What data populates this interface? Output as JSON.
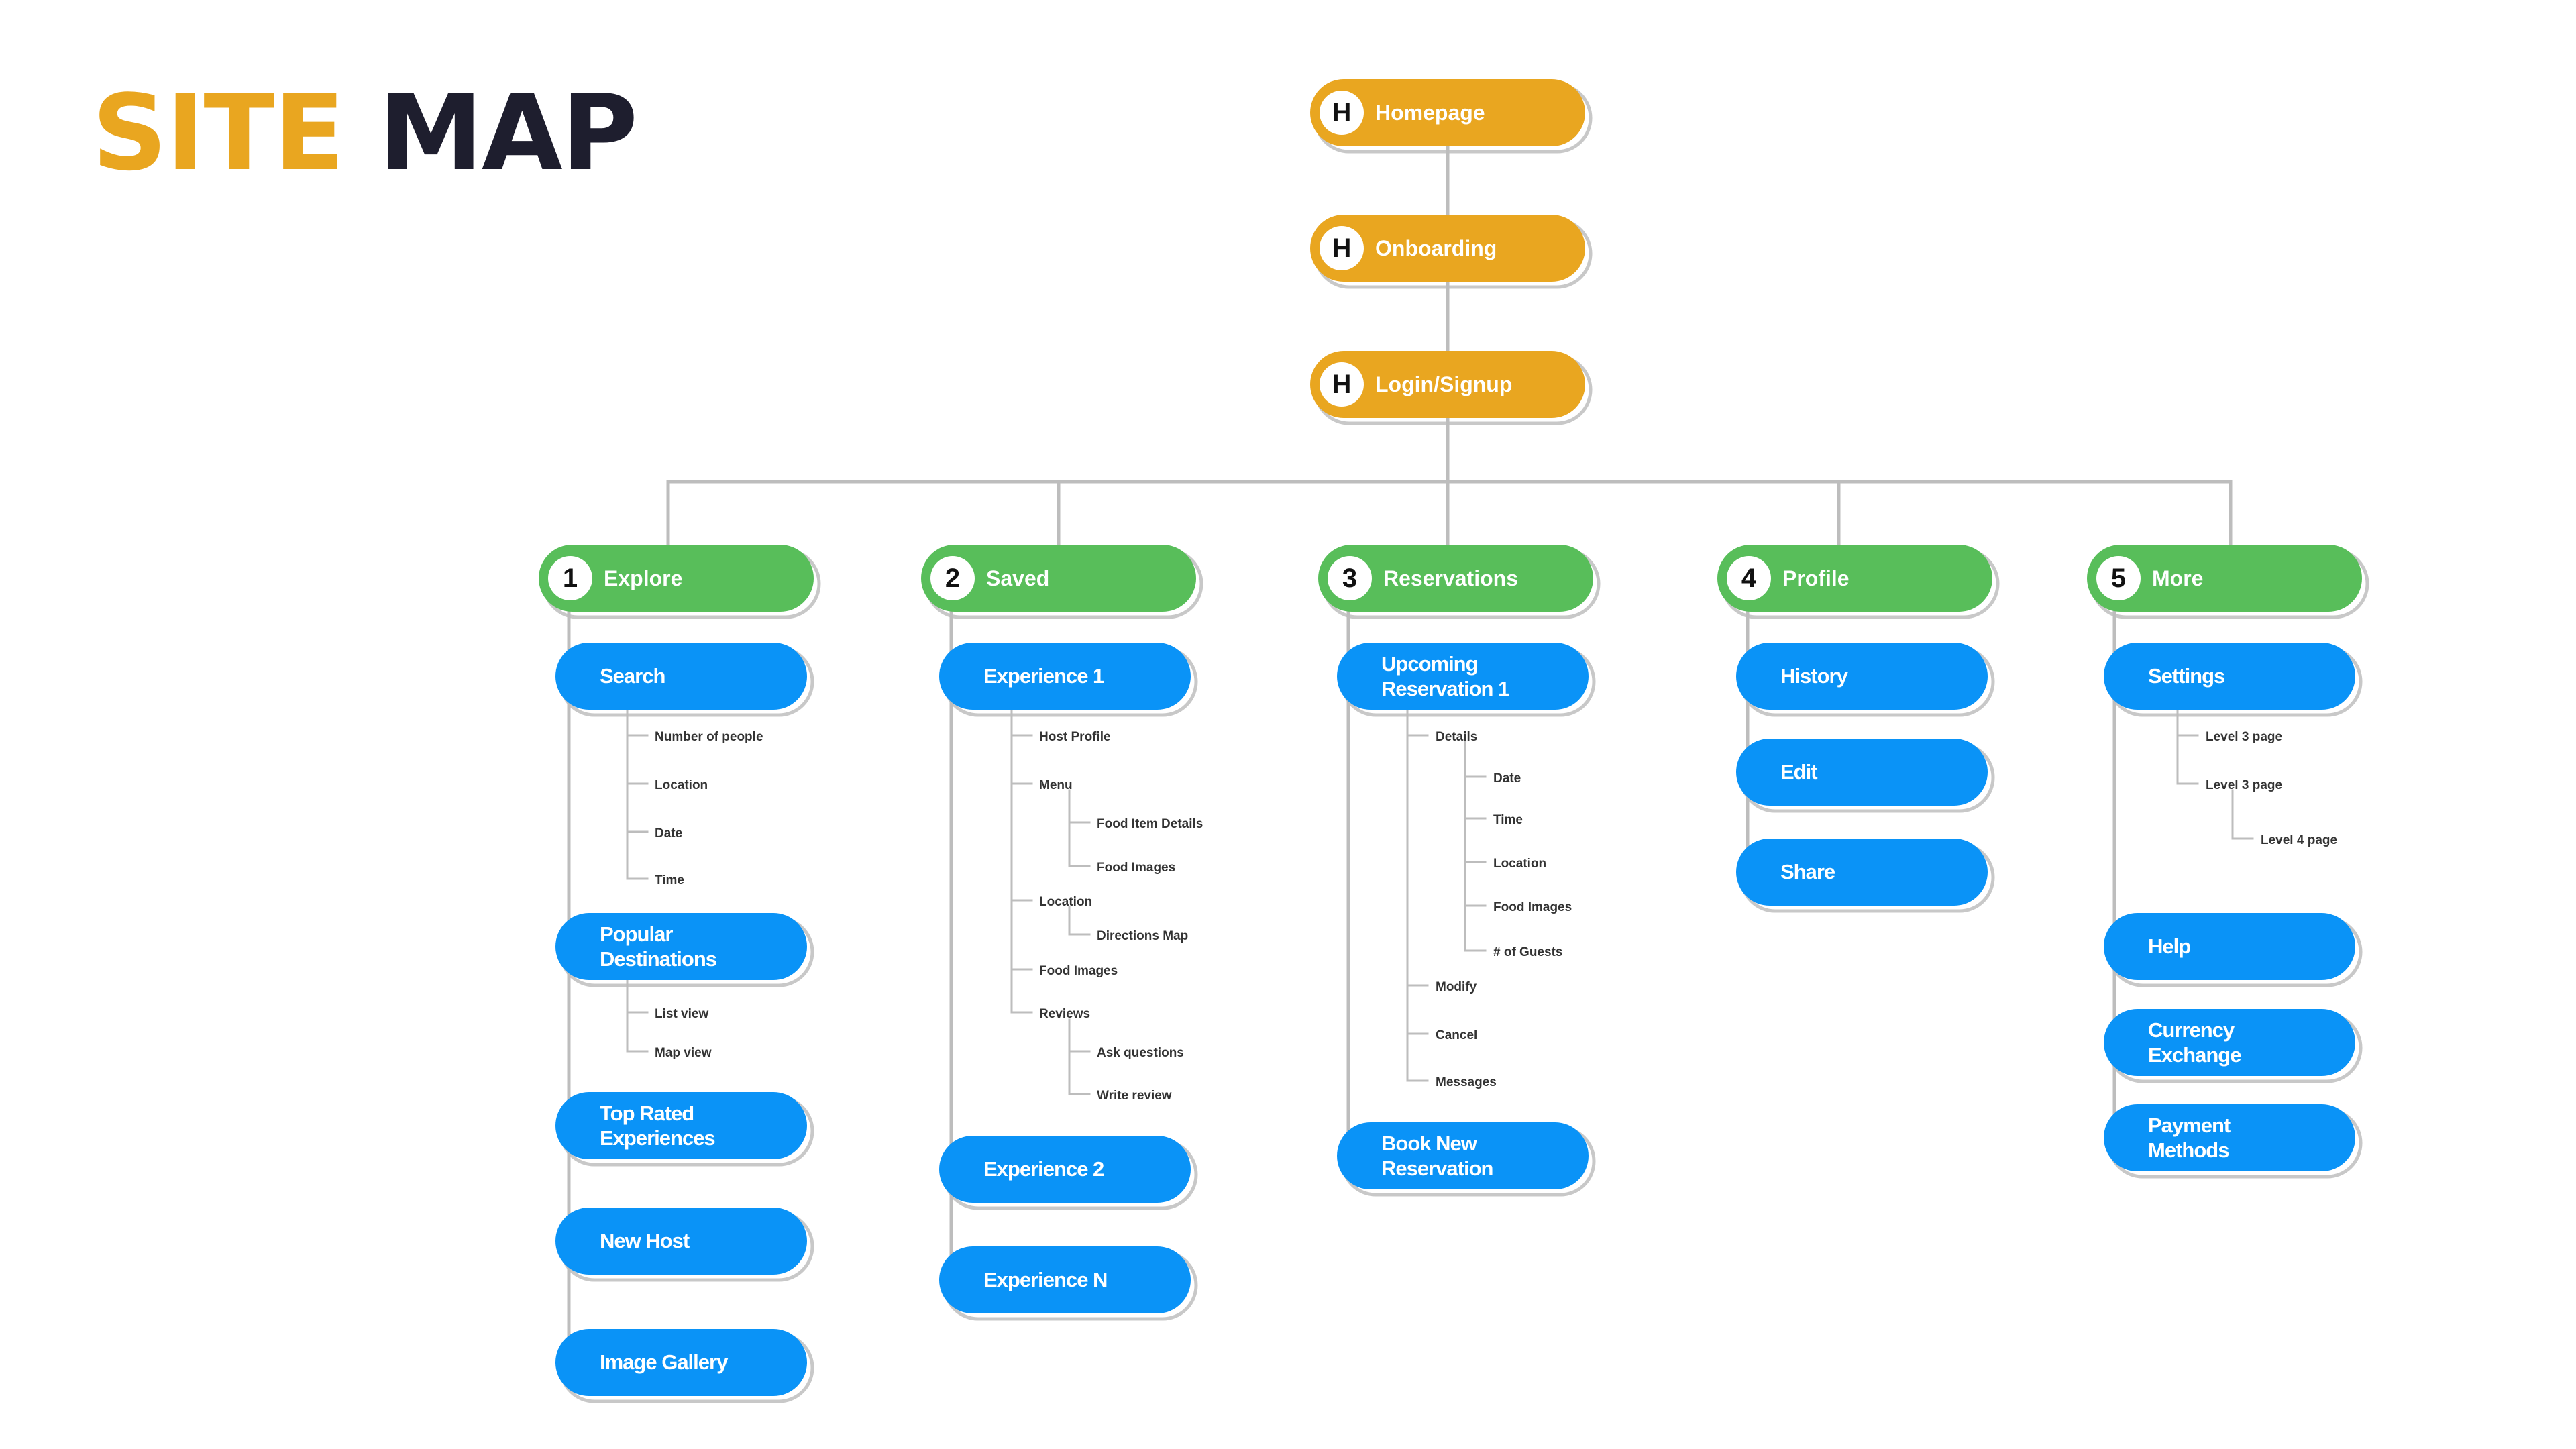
{
  "title": {
    "word1": "SITE",
    "word2": "MAP"
  },
  "colors": {
    "header": "#E9A620",
    "section": "#58BE5A",
    "page": "#0A93F7",
    "connector": "#BDBDBD",
    "title_dark": "#1E1E2E"
  },
  "header": [
    {
      "badge": "H",
      "label": "Homepage"
    },
    {
      "badge": "H",
      "label": "Onboarding"
    },
    {
      "badge": "H",
      "label": "Login/Signup"
    }
  ],
  "sections": [
    {
      "badge": "1",
      "label": "Explore",
      "pages": [
        {
          "label": "Search",
          "subpages": [
            {
              "label": "Number of people"
            },
            {
              "label": "Location"
            },
            {
              "label": "Date"
            },
            {
              "label": "Time"
            }
          ]
        },
        {
          "label": "Popular Destinations",
          "subpages": [
            {
              "label": "List view"
            },
            {
              "label": "Map view"
            }
          ]
        },
        {
          "label": "Top Rated Experiences"
        },
        {
          "label": "New Host"
        },
        {
          "label": "Image Gallery"
        }
      ]
    },
    {
      "badge": "2",
      "label": "Saved",
      "pages": [
        {
          "label": "Experience 1",
          "subpages": [
            {
              "label": "Host Profile"
            },
            {
              "label": "Menu",
              "subpages": [
                {
                  "label": "Food Item Details"
                },
                {
                  "label": "Food Images"
                }
              ]
            },
            {
              "label": "Location",
              "subpages": [
                {
                  "label": "Directions Map"
                }
              ]
            },
            {
              "label": "Food Images"
            },
            {
              "label": "Reviews",
              "subpages": [
                {
                  "label": "Ask questions"
                },
                {
                  "label": "Write review"
                }
              ]
            }
          ]
        },
        {
          "label": "Experience 2"
        },
        {
          "label": "Experience N"
        }
      ]
    },
    {
      "badge": "3",
      "label": "Reservations",
      "pages": [
        {
          "label": "Upcoming Reservation 1",
          "subpages": [
            {
              "label": "Details",
              "subpages": [
                {
                  "label": "Date"
                },
                {
                  "label": "Time"
                },
                {
                  "label": "Location"
                },
                {
                  "label": "Food Images"
                },
                {
                  "label": "# of Guests"
                }
              ]
            },
            {
              "label": "Modify"
            },
            {
              "label": "Cancel"
            },
            {
              "label": "Messages"
            }
          ]
        },
        {
          "label": "Book New Reservation"
        }
      ]
    },
    {
      "badge": "4",
      "label": "Profile",
      "pages": [
        {
          "label": "History"
        },
        {
          "label": "Edit"
        },
        {
          "label": "Share"
        }
      ]
    },
    {
      "badge": "5",
      "label": "More",
      "pages": [
        {
          "label": "Settings",
          "subpages": [
            {
              "label": "Level 3 page"
            },
            {
              "label": "Level 3 page",
              "subpages": [
                {
                  "label": "Level 4 page"
                }
              ]
            }
          ]
        },
        {
          "label": "Help"
        },
        {
          "label": "Currency Exchange"
        },
        {
          "label": "Payment Methods"
        }
      ]
    }
  ]
}
